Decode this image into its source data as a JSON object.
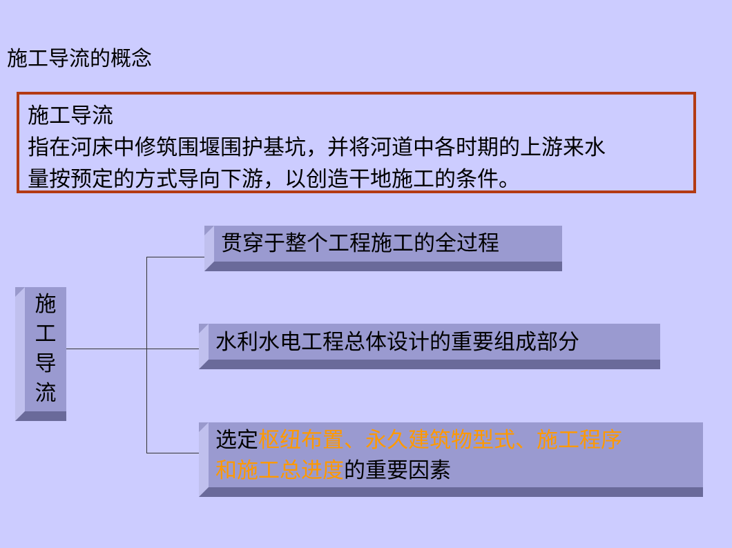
{
  "page": {
    "title": "施工导流的概念"
  },
  "definition": {
    "term": "施工导流",
    "text_line1": "指在河床中修筑围堰围护基坑，并将河道中各时期的上游来水",
    "text_line2": "量按预定的方式导向下游，以创造干地施工的条件。"
  },
  "diagram": {
    "root_chars": [
      "施",
      "工",
      "导",
      "流"
    ],
    "branch1": "贯穿于整个工程施工的全过程",
    "branch2": "水利水电工程总体设计的重要组成部分",
    "branch3": {
      "prefix": "选定",
      "highlight1": "枢纽布置、永久建筑物型式、施工程序",
      "highlight2": "和施工总进度",
      "suffix": "的重要因素"
    },
    "highlight_color": "#ff9900"
  }
}
